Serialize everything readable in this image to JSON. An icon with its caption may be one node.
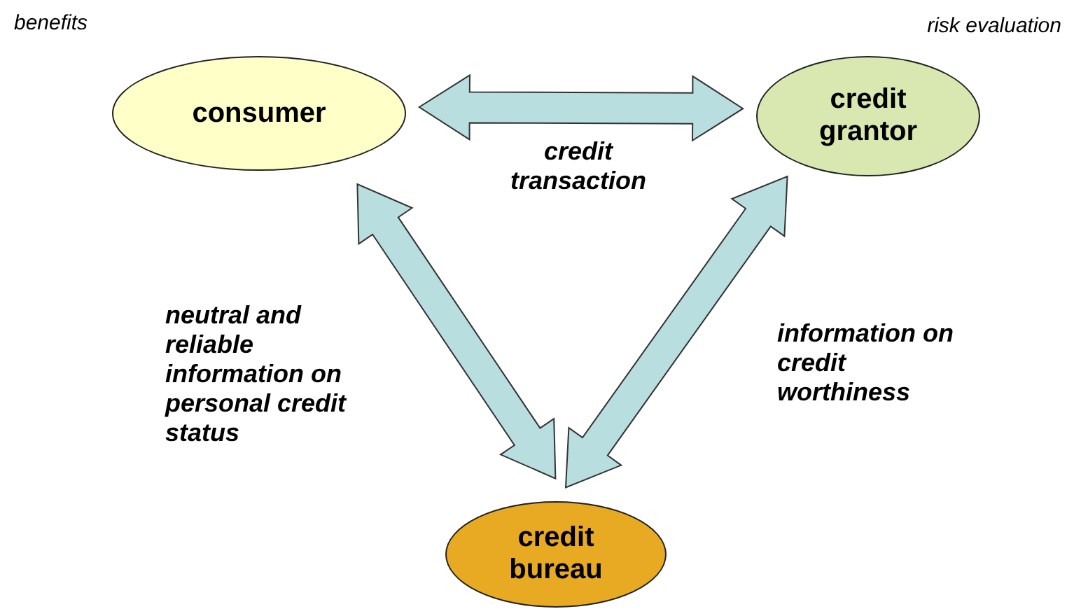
{
  "diagram": {
    "nodes": [
      {
        "text": [
          "consumer"
        ]
      },
      {
        "text": [
          "credit grantor"
        ]
      },
      {
        "text": [
          "credit bureau"
        ]
      }
    ],
    "edges": [
      {
        "from": 0,
        "to": 1,
        "arrow": "both",
        "label": "credit transaction"
      },
      {
        "from": 0,
        "to": 2,
        "arrow": "both",
        "label": "neutral and reliable information on personal credit status"
      },
      {
        "from": 1,
        "to": 2,
        "arrow": "both",
        "label": "information on credit worthiness"
      }
    ],
    "labels": [
      "benefits",
      "risk evaluation"
    ]
  }
}
